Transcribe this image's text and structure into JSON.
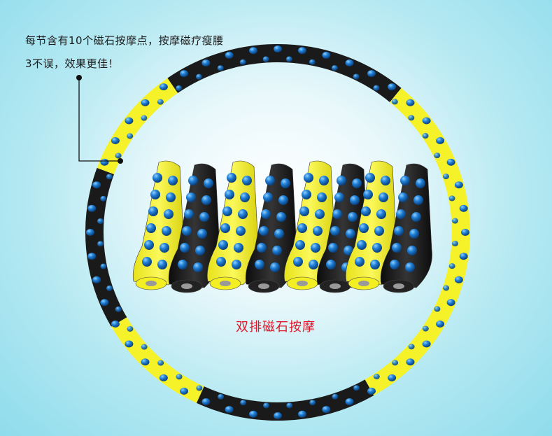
{
  "captions": {
    "line1": "每节含有10个磁石按摩点，按摩磁疗瘦腰",
    "line2": "3不误，效果更佳！"
  },
  "label": "双排磁石按摩",
  "colors": {
    "yellow": "#f6f22a",
    "black": "#1a1a1a",
    "bump": "#1f7fd6",
    "label": "#e0182b"
  }
}
